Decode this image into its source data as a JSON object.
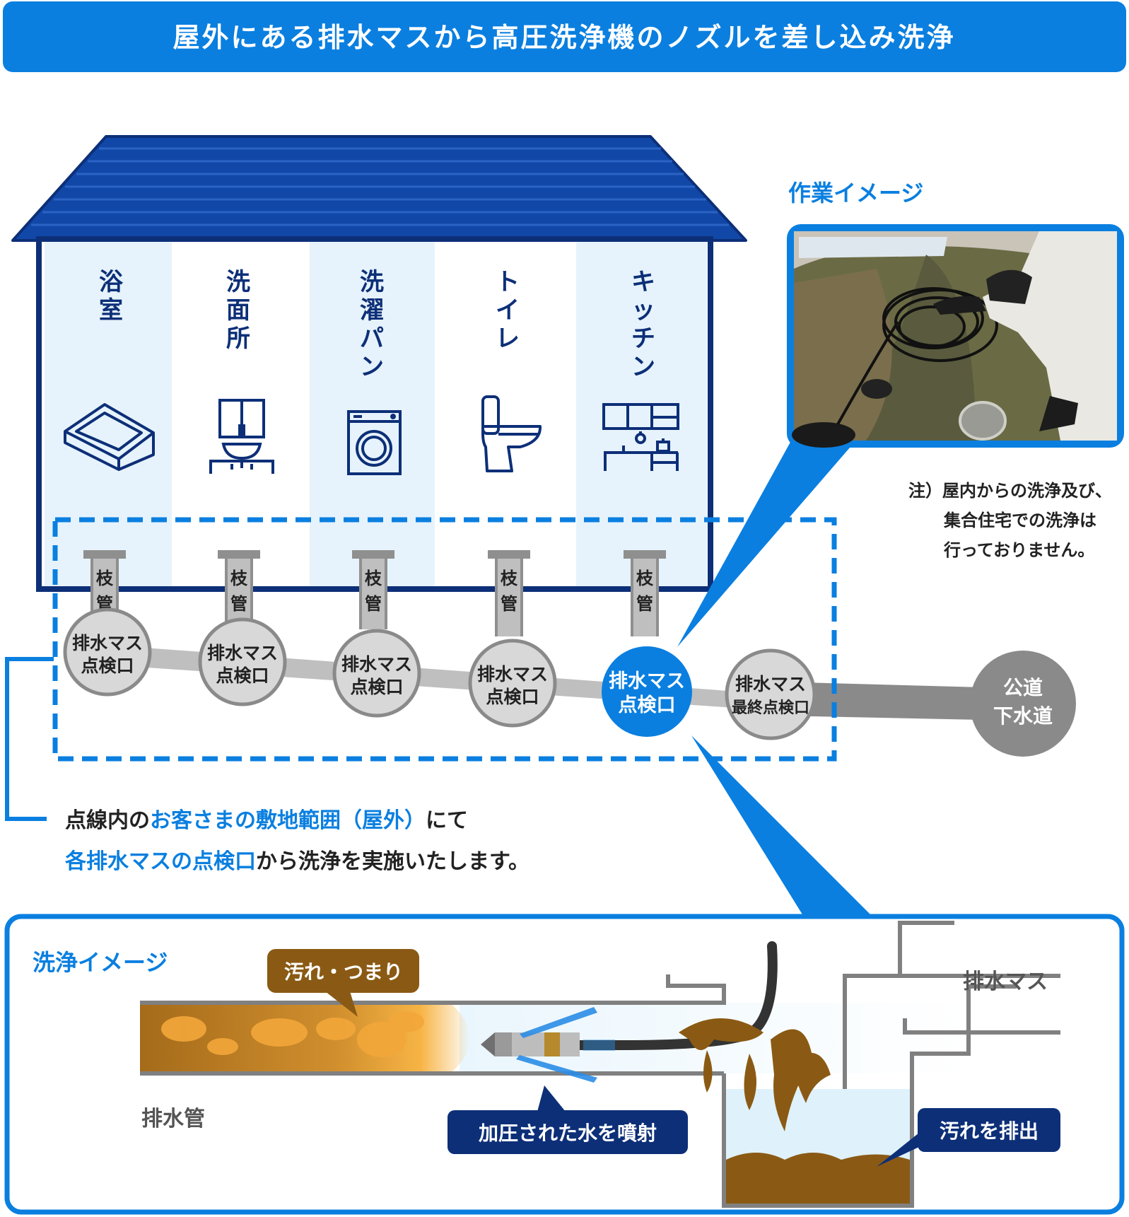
{
  "header": {
    "title": "屋外にある排水マスから高圧洗浄機のノズルを差し込み洗浄"
  },
  "rooms": [
    {
      "label_chars": [
        "浴",
        "室"
      ],
      "icon": "bathtub-icon"
    },
    {
      "label_chars": [
        "洗",
        "面",
        "所"
      ],
      "icon": "washbasin-icon"
    },
    {
      "label_chars": [
        "洗",
        "濯",
        "パ",
        "ン"
      ],
      "icon": "washing-machine-icon"
    },
    {
      "label_chars": [
        "ト",
        "イ",
        "レ"
      ],
      "icon": "toilet-icon"
    },
    {
      "label_chars": [
        "キ",
        "ッ",
        "チ",
        "ン"
      ],
      "icon": "kitchen-icon"
    }
  ],
  "branch_pipe": {
    "chars": [
      "枝",
      "管"
    ]
  },
  "inspection_ports": [
    {
      "line1": "排水マス",
      "line2": "点検口"
    },
    {
      "line1": "排水マス",
      "line2": "点検口"
    },
    {
      "line1": "排水マス",
      "line2": "点検口"
    },
    {
      "line1": "排水マス",
      "line2": "点検口"
    },
    {
      "line1": "排水マス",
      "line2": "点検口",
      "highlighted": true
    },
    {
      "line1": "排水マス",
      "line2": "最終点検口"
    }
  ],
  "sewer": {
    "line1": "公道",
    "line2": "下水道"
  },
  "work_image": {
    "title": "作業イメージ",
    "note_lines": [
      "注）屋内からの洗浄及び、",
      "集合住宅での洗浄は",
      "行っておりません。"
    ]
  },
  "scope_text": {
    "line1": {
      "a": "点線内の",
      "b": "お客さまの敷地範囲（屋外）",
      "c": "にて"
    },
    "line2": {
      "a": "各排水マスの点検口",
      "b": "から洗浄を実施いたします。"
    }
  },
  "cleaning_image": {
    "title": "洗浄イメージ",
    "dirt_label": "汚れ・つまり",
    "pipe_label": "排水管",
    "spray_label": "加圧された水を噴射",
    "basin_label": "排水マス",
    "discharge_label": "汚れを排出"
  },
  "colors": {
    "blue": "#0a7fe0",
    "navy": "#0d2f78",
    "roof": "#1148a8",
    "light_panel": "#e6f3fc",
    "gray_pipe": "#bfbfbf",
    "dark_gray_pipe": "#8a8a8a",
    "brown": "#8a5a14",
    "orange": "#f6b042"
  }
}
